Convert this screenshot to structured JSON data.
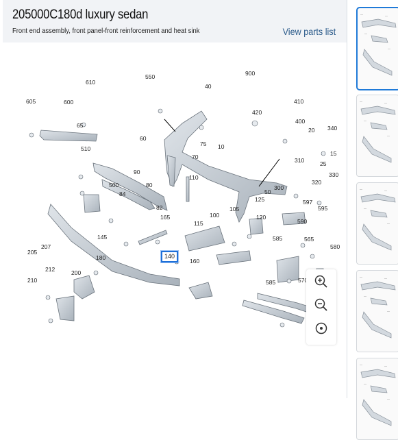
{
  "header": {
    "title": "205000C180d luxury sedan",
    "subtitle": "Front end assembly, front panel-front reinforcement and heat sink",
    "view_parts_link": "View parts list"
  },
  "callouts": [
    {
      "id": "605",
      "label": "605"
    },
    {
      "id": "610",
      "label": "610"
    },
    {
      "id": "600",
      "label": "600"
    },
    {
      "id": "550",
      "label": "550"
    },
    {
      "id": "40",
      "label": "40"
    },
    {
      "id": "900",
      "label": "900"
    },
    {
      "id": "410",
      "label": "410"
    },
    {
      "id": "420",
      "label": "420"
    },
    {
      "id": "400",
      "label": "400"
    },
    {
      "id": "340",
      "label": "340"
    },
    {
      "id": "20",
      "label": "20"
    },
    {
      "id": "65",
      "label": "65"
    },
    {
      "id": "60",
      "label": "60"
    },
    {
      "id": "75",
      "label": "75"
    },
    {
      "id": "10",
      "label": "10"
    },
    {
      "id": "15",
      "label": "15"
    },
    {
      "id": "510",
      "label": "510"
    },
    {
      "id": "70",
      "label": "70"
    },
    {
      "id": "310",
      "label": "310"
    },
    {
      "id": "25",
      "label": "25"
    },
    {
      "id": "90",
      "label": "90"
    },
    {
      "id": "330",
      "label": "330"
    },
    {
      "id": "110",
      "label": "110"
    },
    {
      "id": "320",
      "label": "320"
    },
    {
      "id": "500",
      "label": "500"
    },
    {
      "id": "80",
      "label": "80"
    },
    {
      "id": "300",
      "label": "300"
    },
    {
      "id": "50",
      "label": "50"
    },
    {
      "id": "84",
      "label": "84"
    },
    {
      "id": "125",
      "label": "125"
    },
    {
      "id": "597",
      "label": "597"
    },
    {
      "id": "82",
      "label": "82"
    },
    {
      "id": "105",
      "label": "105"
    },
    {
      "id": "595",
      "label": "595"
    },
    {
      "id": "165",
      "label": "165"
    },
    {
      "id": "100",
      "label": "100"
    },
    {
      "id": "120",
      "label": "120"
    },
    {
      "id": "590",
      "label": "590"
    },
    {
      "id": "115",
      "label": "115"
    },
    {
      "id": "145",
      "label": "145"
    },
    {
      "id": "585a",
      "label": "585"
    },
    {
      "id": "565",
      "label": "565"
    },
    {
      "id": "207",
      "label": "207"
    },
    {
      "id": "205",
      "label": "205"
    },
    {
      "id": "140",
      "label": "140",
      "active": true
    },
    {
      "id": "580",
      "label": "580"
    },
    {
      "id": "180",
      "label": "180"
    },
    {
      "id": "160",
      "label": "160"
    },
    {
      "id": "212",
      "label": "212"
    },
    {
      "id": "200",
      "label": "200"
    },
    {
      "id": "210",
      "label": "210"
    },
    {
      "id": "585b",
      "label": "585"
    },
    {
      "id": "570",
      "label": "570"
    }
  ],
  "zoom_controls": [
    {
      "name": "zoom-in",
      "icon": "zoom-in-icon"
    },
    {
      "name": "zoom-out",
      "icon": "zoom-out-icon"
    },
    {
      "name": "reset-view",
      "icon": "target-icon"
    }
  ],
  "thumbnails": [
    {
      "icon": "diagram-thumbnail",
      "selected": true
    },
    {
      "icon": "diagram-thumbnail",
      "selected": false
    },
    {
      "icon": "diagram-thumbnail",
      "selected": false
    },
    {
      "icon": "diagram-thumbnail",
      "selected": false
    },
    {
      "icon": "diagram-thumbnail",
      "selected": false
    }
  ],
  "colors": {
    "accent": "#1e6fd8",
    "link": "#2a5a8a",
    "header_bg": "#f1f3f6",
    "part_fill": "#c9d0d8",
    "part_stroke": "#6a737c"
  }
}
